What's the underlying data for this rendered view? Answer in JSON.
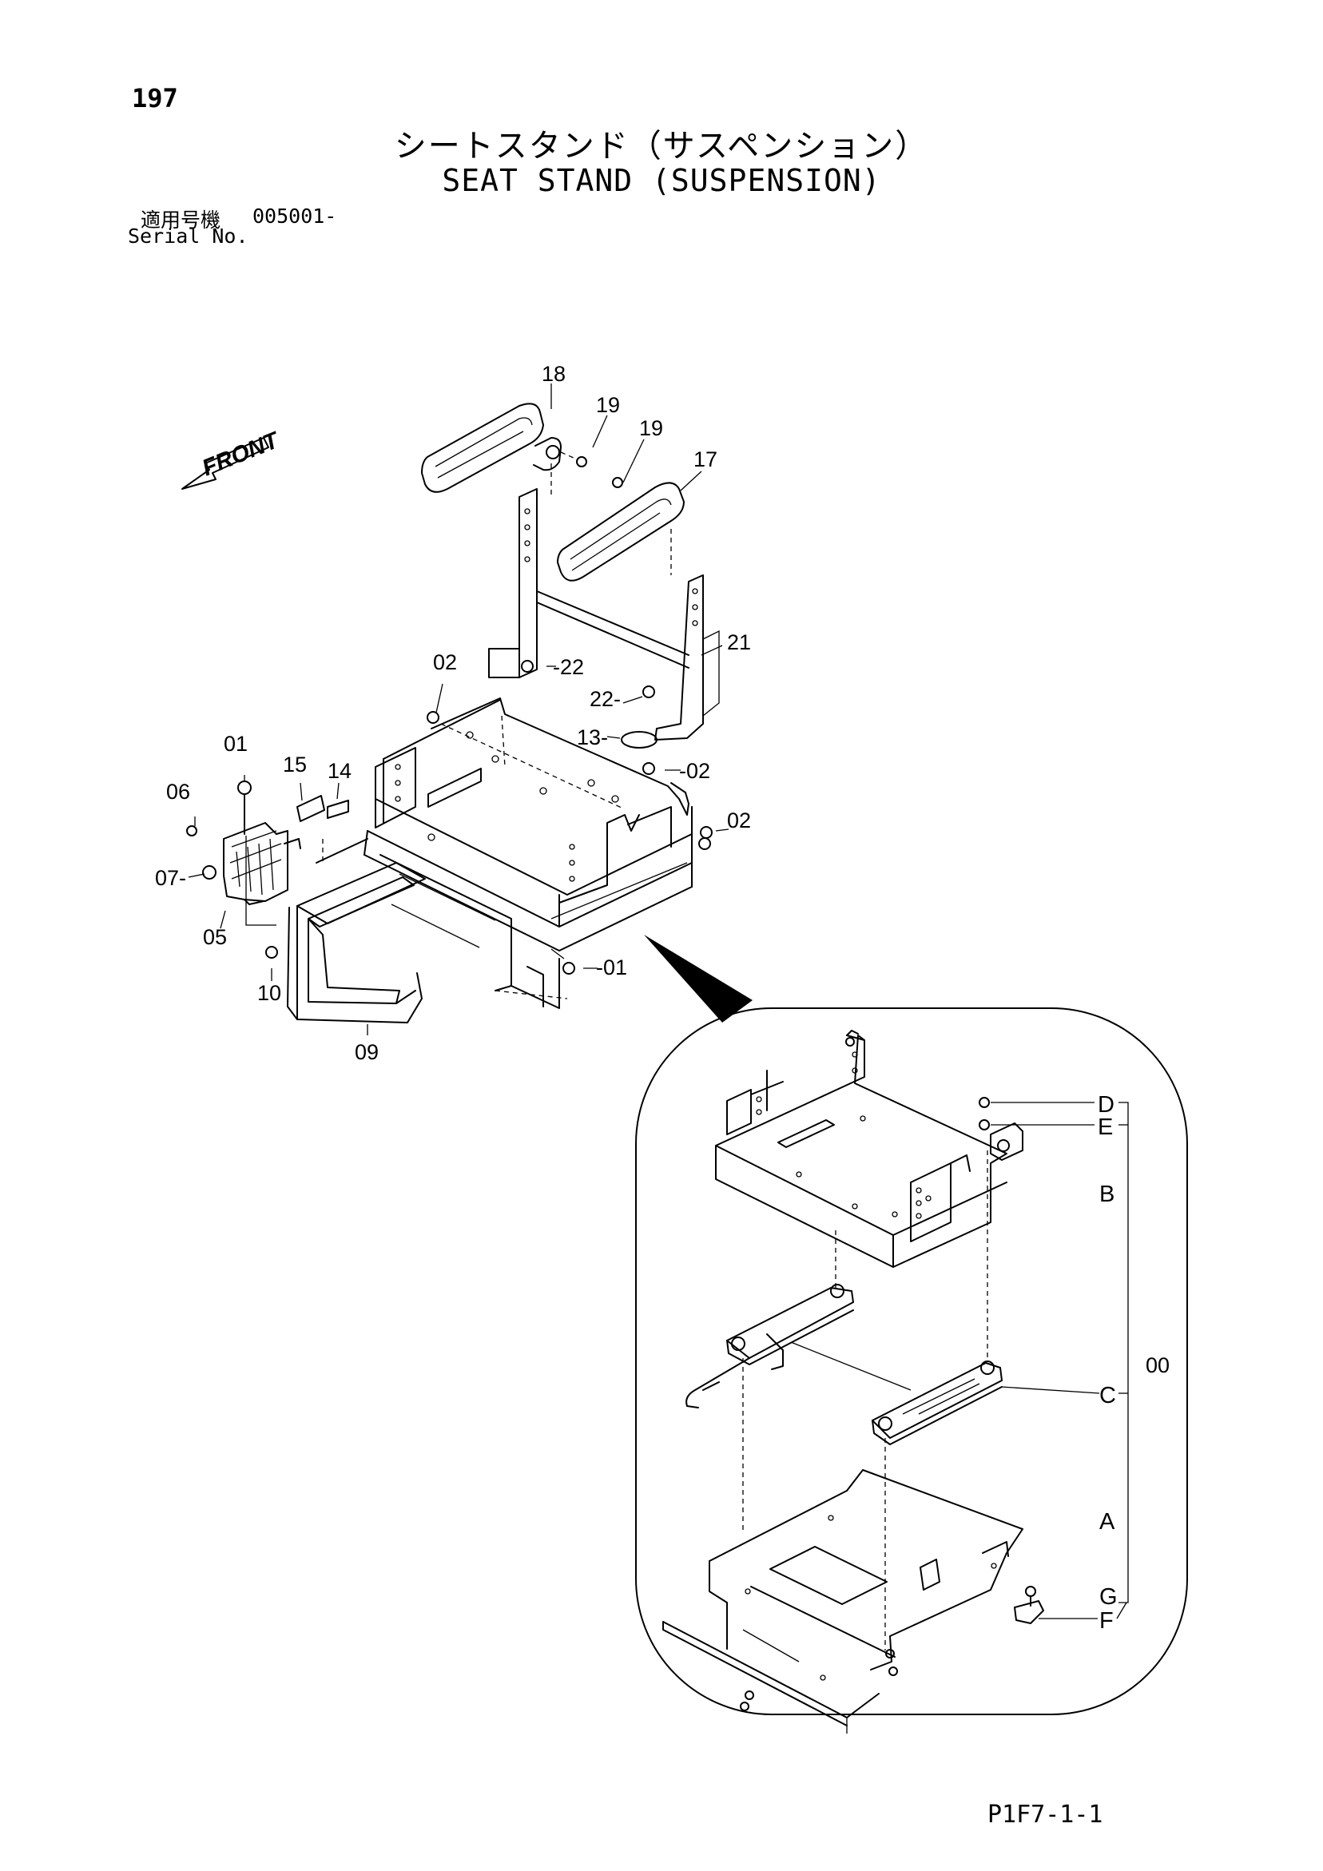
{
  "header": {
    "page_number": "197",
    "title_jp": "シートスタンド（サスペンション）",
    "title_en": "SEAT STAND (SUSPENSION)",
    "serial_label_jp": "適用号機",
    "serial_value": "005001-",
    "serial_label_en": "Serial No."
  },
  "footer": {
    "figure_code": "P1F7-1-1"
  },
  "direction_label": "FRONT",
  "callouts": {
    "c18": "18",
    "c19a": "19",
    "c19b": "19",
    "c17": "17",
    "c21": "21",
    "c02a": "02",
    "c22a": "-22",
    "c22b": "22-",
    "c13": "13-",
    "c02b": "-02",
    "c02c": "02",
    "c01a": "01",
    "c15": "15",
    "c14": "14",
    "c06": "06",
    "c07": "07-",
    "c05": "05",
    "c10": "10",
    "c09": "09",
    "c01b": "-01"
  },
  "detail_labels": {
    "D": "D",
    "E": "E",
    "B": "B",
    "C": "C",
    "A": "A",
    "G": "G",
    "F": "F",
    "assembly": "00"
  }
}
